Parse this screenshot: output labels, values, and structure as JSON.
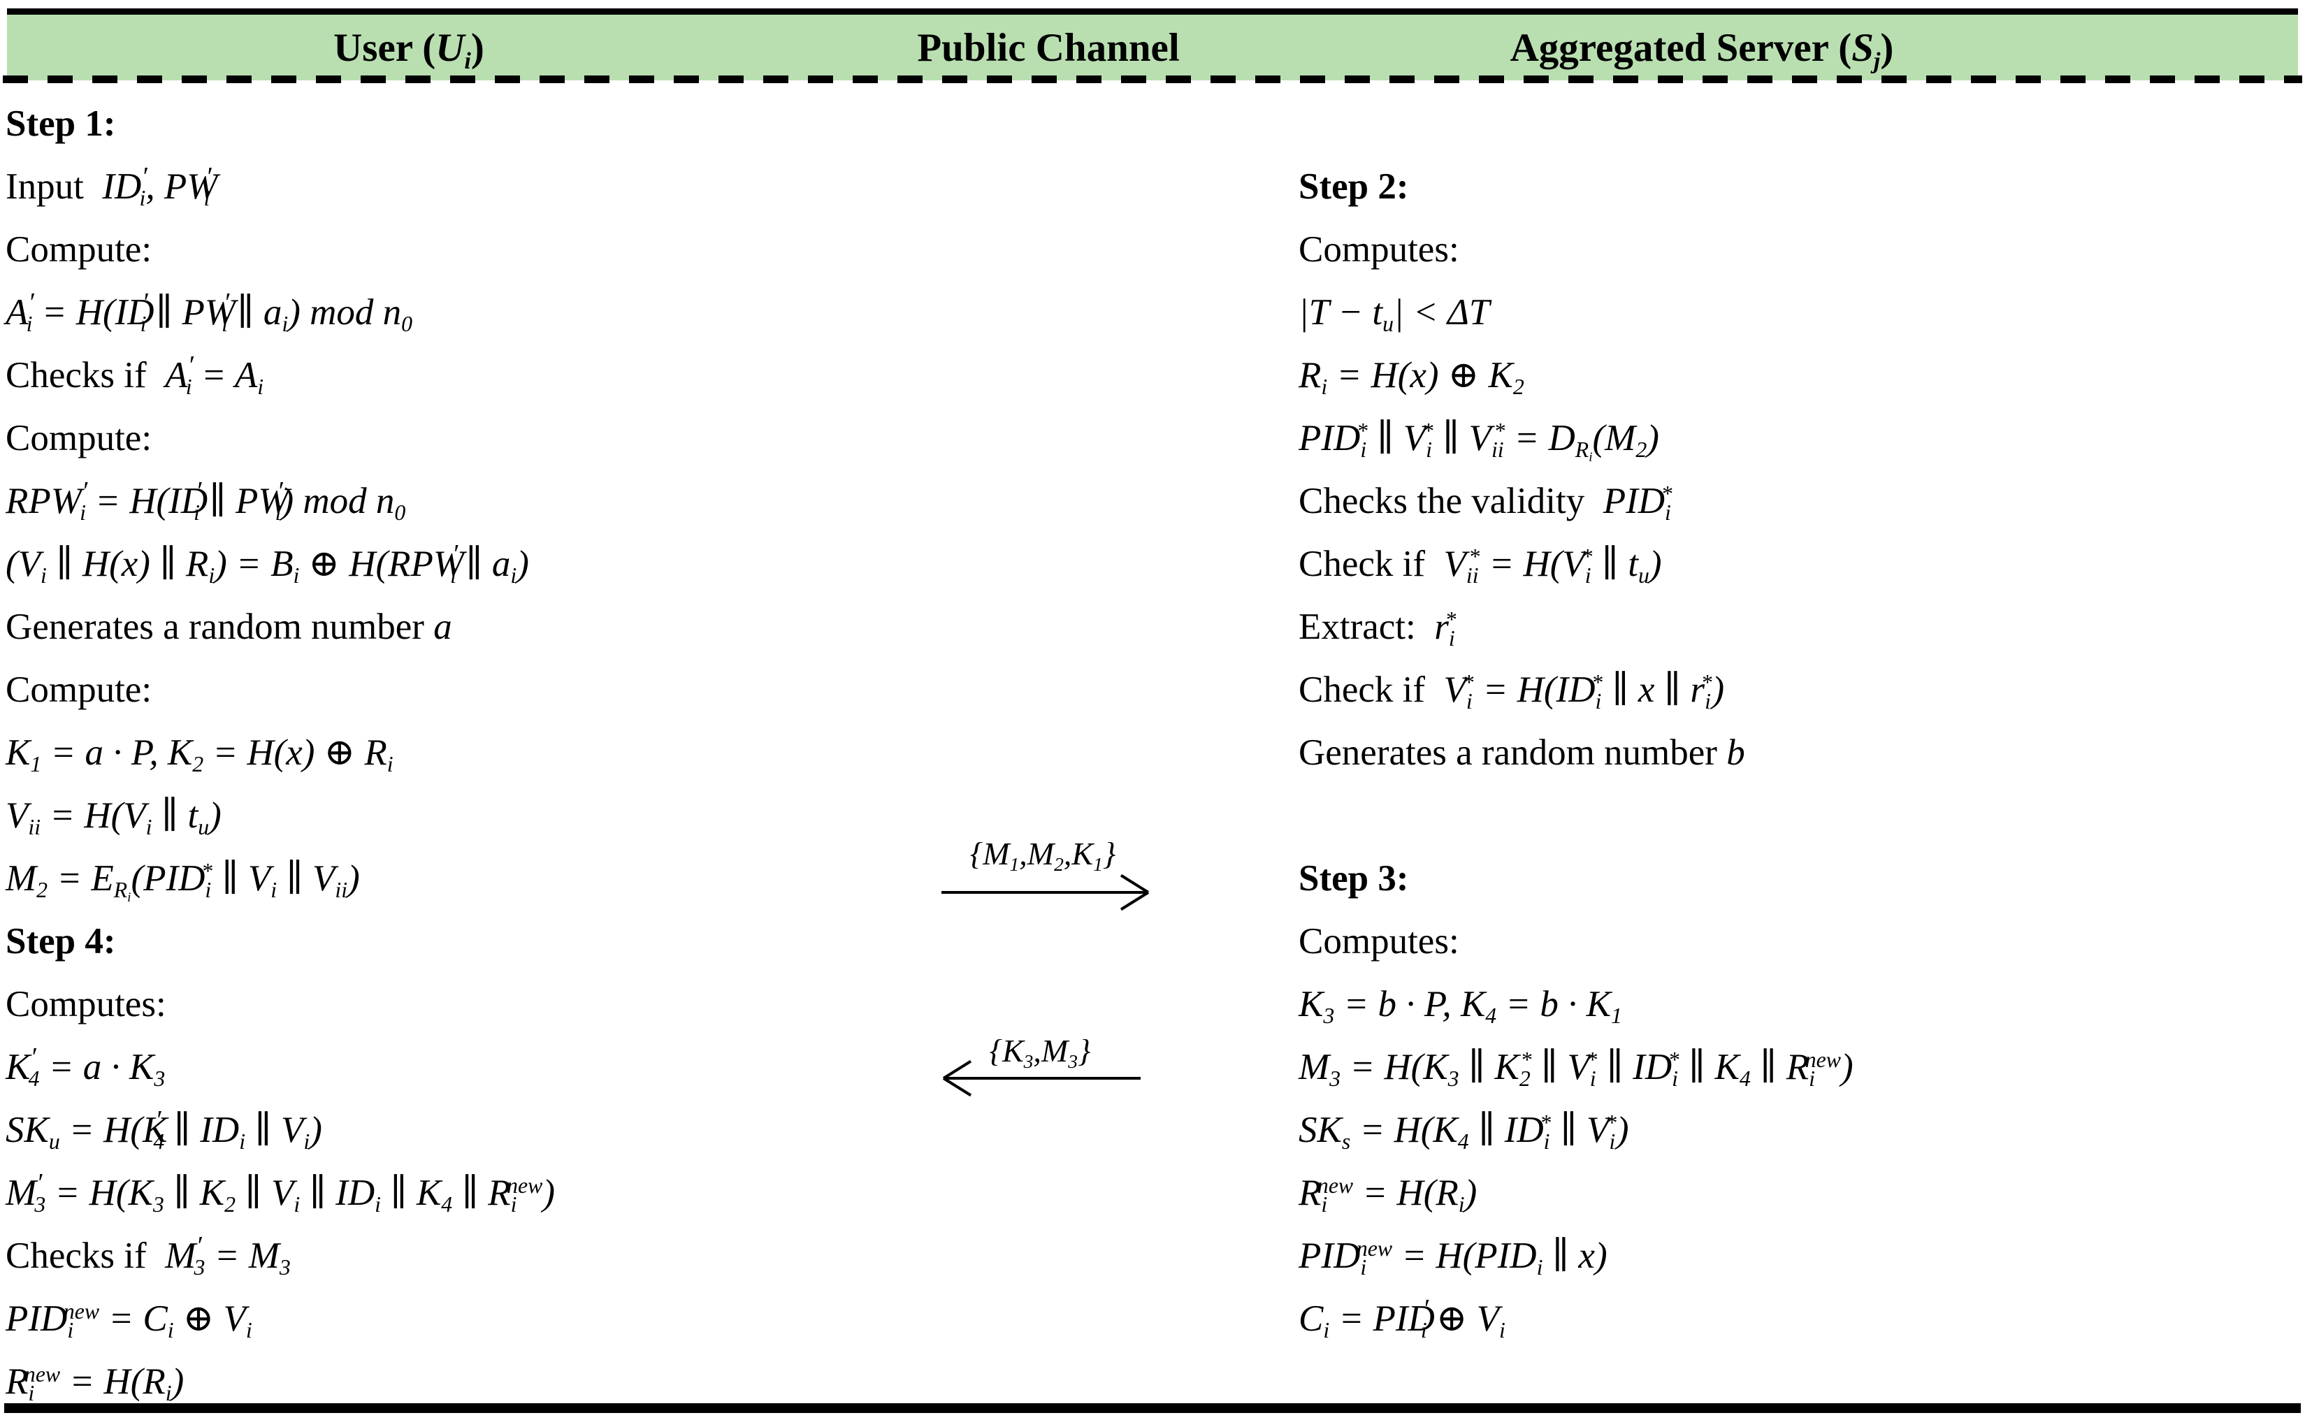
{
  "colors": {
    "header_bg": "#b9dfb1",
    "rule": "#000000",
    "text": "#000000"
  },
  "header": {
    "cells": [
      {
        "name": "user",
        "segments": [
          {
            "style": "bold",
            "text": "User ("
          },
          {
            "style": "boldmath",
            "math": "U_{i}"
          },
          {
            "style": "bold",
            "text": ")"
          }
        ]
      },
      {
        "name": "public_channel",
        "segments": [
          {
            "style": "bold",
            "text": "Public Channel"
          }
        ]
      },
      {
        "name": "aggregated_server",
        "segments": [
          {
            "style": "bold",
            "text": "Aggregated Server ("
          },
          {
            "style": "boldmath",
            "math": "S_{j}"
          },
          {
            "style": "bold",
            "text": ")"
          }
        ]
      }
    ]
  },
  "user_column": {
    "lines": [
      {
        "segments": [
          {
            "style": "bold",
            "text": "Step 1:"
          }
        ]
      },
      {
        "segments": [
          {
            "style": "text",
            "text": "Input  "
          },
          {
            "style": "math",
            "math": "ID'_{i}, PW'_{i}"
          }
        ]
      },
      {
        "segments": [
          {
            "style": "text",
            "text": "Compute:"
          }
        ]
      },
      {
        "segments": [
          {
            "style": "math",
            "math": "A'_{i} = H(ID'_{i} ∥ PW'_{i} ∥ a_{i}) mod n_{0}"
          }
        ]
      },
      {
        "segments": [
          {
            "style": "text",
            "text": "Checks if  "
          },
          {
            "style": "math",
            "math": "A'_{i} = A_{i}"
          }
        ]
      },
      {
        "segments": [
          {
            "style": "text",
            "text": "Compute:"
          }
        ]
      },
      {
        "segments": [
          {
            "style": "math",
            "math": "RPW'_{i} = H(ID'_{i} ∥ PW'_{i}) mod n_{0}"
          }
        ]
      },
      {
        "segments": [
          {
            "style": "math",
            "math": "(V_{i} ∥ H(x) ∥ R_{i}) = B_{i} ⊕ H(RPW'_{i} ∥ a_{i})"
          }
        ]
      },
      {
        "segments": [
          {
            "style": "text",
            "text": "Generates a random number "
          },
          {
            "style": "math",
            "math": "a"
          }
        ]
      },
      {
        "segments": [
          {
            "style": "text",
            "text": "Compute:"
          }
        ]
      },
      {
        "segments": [
          {
            "style": "math",
            "math": "K_{1} = a · P, K_{2} = H(x) ⊕ R_{i}"
          }
        ]
      },
      {
        "segments": [
          {
            "style": "math",
            "math": "V_{ii} = H(V_{i} ∥ t_{u})"
          }
        ]
      },
      {
        "segments": [
          {
            "style": "math",
            "math": "M_{2} = E_{R_{i}}(PID_{i}^{*} ∥ V_{i} ∥ V_{ii})"
          }
        ]
      },
      {
        "segments": [
          {
            "style": "bold",
            "text": "Step 4:"
          }
        ]
      },
      {
        "segments": [
          {
            "style": "text",
            "text": "Computes:"
          }
        ]
      },
      {
        "segments": [
          {
            "style": "math",
            "math": "K'_{4} = a · K_{3}"
          }
        ]
      },
      {
        "segments": [
          {
            "style": "math",
            "math": "SK_{u} = H(K'_{4} ∥ ID_{i} ∥ V_{i})"
          }
        ]
      },
      {
        "segments": [
          {
            "style": "math",
            "math": "M'_{3} = H(K_{3} ∥ K_{2} ∥ V_{i} ∥ ID_{i} ∥ K_{4} ∥ R_{i}^{new})"
          }
        ]
      },
      {
        "segments": [
          {
            "style": "text",
            "text": "Checks if  "
          },
          {
            "style": "math",
            "math": "M'_{3} = M_{3}"
          }
        ]
      },
      {
        "segments": [
          {
            "style": "math",
            "math": "PID_{i}^{new} = C_{i} ⊕ V_{i}"
          }
        ]
      },
      {
        "segments": [
          {
            "style": "math",
            "math": "R_{i}^{new} = H(R_{i})"
          }
        ]
      }
    ]
  },
  "server_column": {
    "lines": [
      {
        "segments": [
          {
            "style": "bold",
            "text": "Step 2:"
          }
        ]
      },
      {
        "segments": [
          {
            "style": "text",
            "text": "Computes:"
          }
        ]
      },
      {
        "segments": [
          {
            "style": "math",
            "math": "|T − t_{u}| < ΔT"
          }
        ]
      },
      {
        "segments": [
          {
            "style": "math",
            "math": "R_{i} = H(x) ⊕ K_{2}"
          }
        ]
      },
      {
        "segments": [
          {
            "style": "math",
            "math": "PID_{i}^{*} ∥ V_{i}^{*} ∥ V_{ii}^{*} = D_{R_{i}}(M_{2})"
          }
        ]
      },
      {
        "segments": [
          {
            "style": "text",
            "text": "Checks the validity  "
          },
          {
            "style": "math",
            "math": "PID_{i}^{*}"
          }
        ]
      },
      {
        "segments": [
          {
            "style": "text",
            "text": "Check if  "
          },
          {
            "style": "math",
            "math": "V_{ii}^{*} = H(V_{i}^{*} ∥ t_{u})"
          }
        ]
      },
      {
        "segments": [
          {
            "style": "text",
            "text": "Extract:  "
          },
          {
            "style": "math",
            "math": "r_{i}^{*}"
          }
        ]
      },
      {
        "segments": [
          {
            "style": "text",
            "text": "Check if  "
          },
          {
            "style": "math",
            "math": "V_{i}^{*} = H(ID_{i}^{*} ∥ x ∥ r_{i}^{*})"
          }
        ]
      },
      {
        "segments": [
          {
            "style": "text",
            "text": "Generates a random number "
          },
          {
            "style": "math",
            "math": "b"
          }
        ]
      },
      {
        "segments": []
      },
      {
        "segments": [
          {
            "style": "bold",
            "text": "Step 3:"
          }
        ]
      },
      {
        "segments": [
          {
            "style": "text",
            "text": "Computes:"
          }
        ]
      },
      {
        "segments": [
          {
            "style": "math",
            "math": "K_{3} = b · P, K_{4} = b · K_{1}"
          }
        ]
      },
      {
        "segments": [
          {
            "style": "math",
            "math": "M_{3} = H(K_{3} ∥ K_{2}^{*} ∥ V_{i}^{*} ∥ ID_{i}^{*} ∥ K_{4} ∥ R_{i}^{new})"
          }
        ]
      },
      {
        "segments": [
          {
            "style": "math",
            "math": "SK_{s} = H(K_{4} ∥ ID_{i}^{*} ∥ V_{i}^{*})"
          }
        ]
      },
      {
        "segments": [
          {
            "style": "math",
            "math": "R_{i}^{new} = H(R_{i})"
          }
        ]
      },
      {
        "segments": [
          {
            "style": "math",
            "math": "PID_{i}^{new} = H(PID_{i} ∥ x)"
          }
        ]
      },
      {
        "segments": [
          {
            "style": "math",
            "math": "C_{i} = PID'_{i} ⊕ V_{i}"
          }
        ]
      }
    ]
  },
  "channel": {
    "messages": [
      {
        "label": "{M_{1},M_{2},K_{1}}",
        "direction": "right"
      },
      {
        "label": "{K_{3},M_{3}}",
        "direction": "left"
      }
    ]
  }
}
